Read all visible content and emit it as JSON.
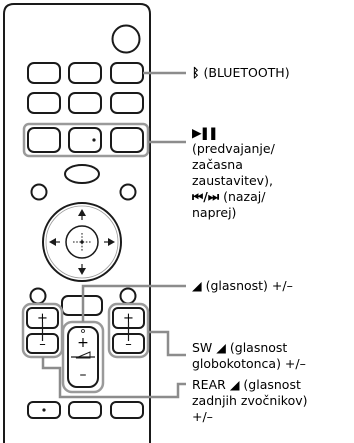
{
  "colors": {
    "remote_body": "#ffffff",
    "outline": "#1a1a1a",
    "highlight_box": "#9a9a9a",
    "leader_line": "#8c8c8c",
    "text": "#000000"
  },
  "callouts": {
    "bluetooth": {
      "icon": "bluetooth-icon",
      "text": "(BLUETOOTH)"
    },
    "playback": {
      "play_pause_icon": "play-pause-icon",
      "line1": "(predvajanje/",
      "line2": "začasna",
      "line3": "zaustavitev),",
      "prev_next_icons": "prev-next-icon",
      "line4_suffix": "(nazaj/",
      "line5": "naprej)"
    },
    "volume": {
      "icon": "volume-wedge-icon",
      "text": "(glasnost) +/–"
    },
    "subwoofer": {
      "prefix": "SW",
      "line1_suffix": "(glasnost",
      "line2": "globokotonca) +/–"
    },
    "rear": {
      "prefix": "REAR",
      "line1_suffix": "(glasnost",
      "line2": "zadnjih zvočnikov)",
      "line3": "+/–"
    }
  },
  "remote_keys": {
    "plus": "+",
    "minus": "–"
  }
}
